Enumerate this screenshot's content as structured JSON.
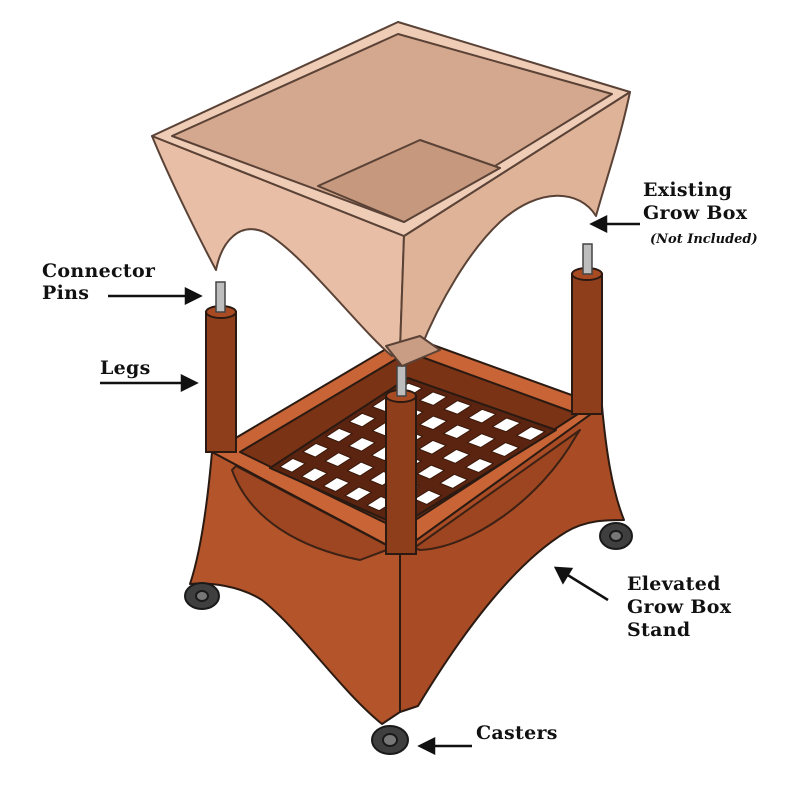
{
  "labels": {
    "connector_pins": [
      "Connector",
      "Pins"
    ],
    "legs": "Legs",
    "existing_grow_box": [
      "Existing",
      "Grow Box"
    ],
    "not_included": "(Not Included)",
    "elevated_stand": [
      "Elevated",
      "Grow Box",
      "Stand"
    ],
    "casters": "Casters"
  },
  "colors": {
    "grow_box_fill": "#e8bfa6",
    "grow_box_inner": "#d4a88e",
    "grow_box_floor": "#c6987d",
    "stand_fill": "#b4542a",
    "stand_dark": "#8e3d1b",
    "stand_light": "#c86436",
    "leg_fill": "#8f3e1c",
    "caster": "#3f3f3f",
    "pin": "#bdbdbd",
    "outline": "#2a1a12",
    "label": "#111111"
  }
}
